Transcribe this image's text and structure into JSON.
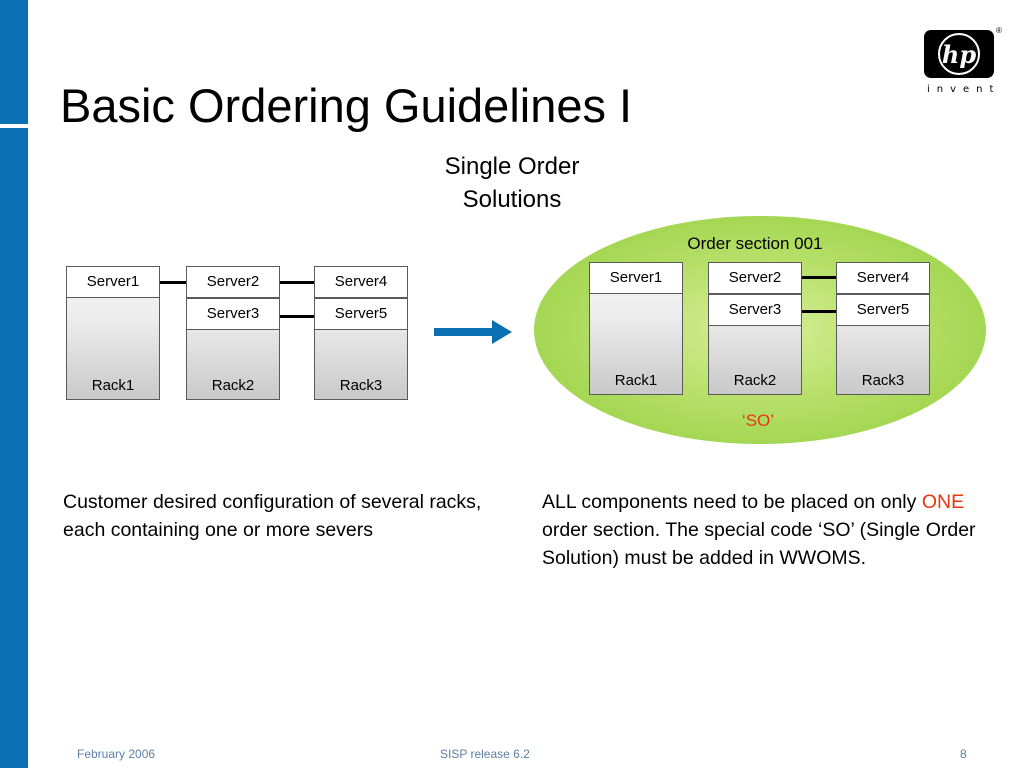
{
  "slide": {
    "title": "Basic Ordering Guidelines I",
    "subtitle_line1": "Single Order",
    "subtitle_line2": "Solutions"
  },
  "logo": {
    "brand": "hp",
    "tagline": "invent",
    "registered": "®"
  },
  "diagram_left": {
    "racks": [
      {
        "label": "Rack1",
        "servers": [
          "Server1"
        ]
      },
      {
        "label": "Rack2",
        "servers": [
          "Server2",
          "Server3"
        ]
      },
      {
        "label": "Rack3",
        "servers": [
          "Server4",
          "Server5"
        ]
      }
    ]
  },
  "diagram_right": {
    "order_section": "Order section 001",
    "code": "‘SO’",
    "racks": [
      {
        "label": "Rack1",
        "servers": [
          "Server1"
        ]
      },
      {
        "label": "Rack2",
        "servers": [
          "Server2",
          "Server3"
        ]
      },
      {
        "label": "Rack3",
        "servers": [
          "Server4",
          "Server5"
        ]
      }
    ]
  },
  "captions": {
    "left": "Customer desired configuration of several racks, each containing one or more severs",
    "right_before": "ALL components need to be placed on only ",
    "right_highlight": "ONE",
    "right_after": " order section. The special code ‘SO’ (Single Order Solution) must be added in WWOMS."
  },
  "footer": {
    "date": "February 2006",
    "release": "SISP release 6.2",
    "page": "8"
  },
  "colors": {
    "side_bar": "#0b6fb3",
    "arrow": "#0b6fb3",
    "highlight": "#e8360e",
    "ellipse": "#9fd44c"
  }
}
